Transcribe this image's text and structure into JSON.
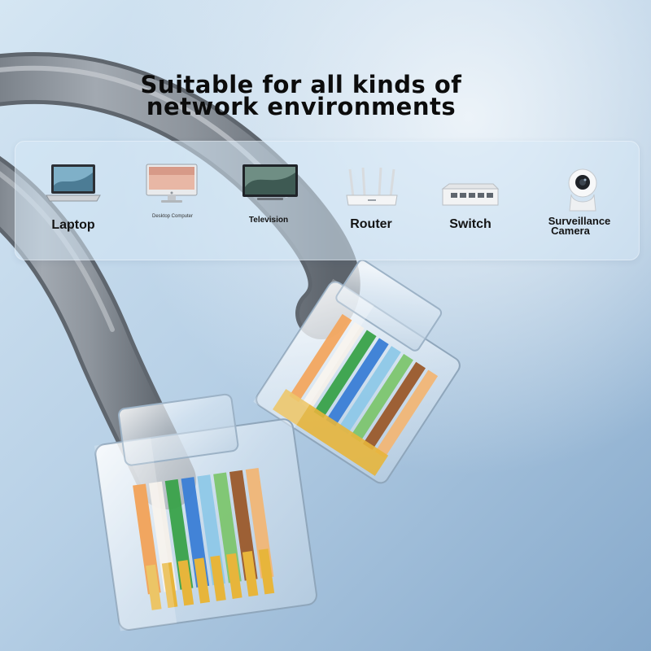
{
  "headline": {
    "line1": "Suitable for all kinds of",
    "line2": "network environments"
  },
  "devices": [
    {
      "id": "laptop",
      "label": "Laptop",
      "icon": "laptop-icon"
    },
    {
      "id": "desktop",
      "label": "Desktop Computer",
      "icon": "desktop-computer-icon"
    },
    {
      "id": "television",
      "label": "Television",
      "icon": "television-icon"
    },
    {
      "id": "router",
      "label": "Router",
      "icon": "router-icon"
    },
    {
      "id": "switch",
      "label": "Switch",
      "icon": "network-switch-icon"
    },
    {
      "id": "camera",
      "label_line1": "Surveillance",
      "label_line2": "Camera",
      "icon": "surveillance-camera-icon"
    }
  ],
  "colors": {
    "background_light": "#cfe2f1",
    "background_mid": "#a9c6de",
    "background_dark": "#7ea3c6",
    "cable_gray": "#8c939b",
    "panel_tint": "#d6e8f6",
    "text": "#0c0c0c",
    "wire_orange": "#f08a2a",
    "wire_green": "#3aa34a",
    "wire_blue": "#3b7fd6",
    "wire_brown": "#9b5a2c",
    "contacts_gold": "#e7b53b"
  }
}
